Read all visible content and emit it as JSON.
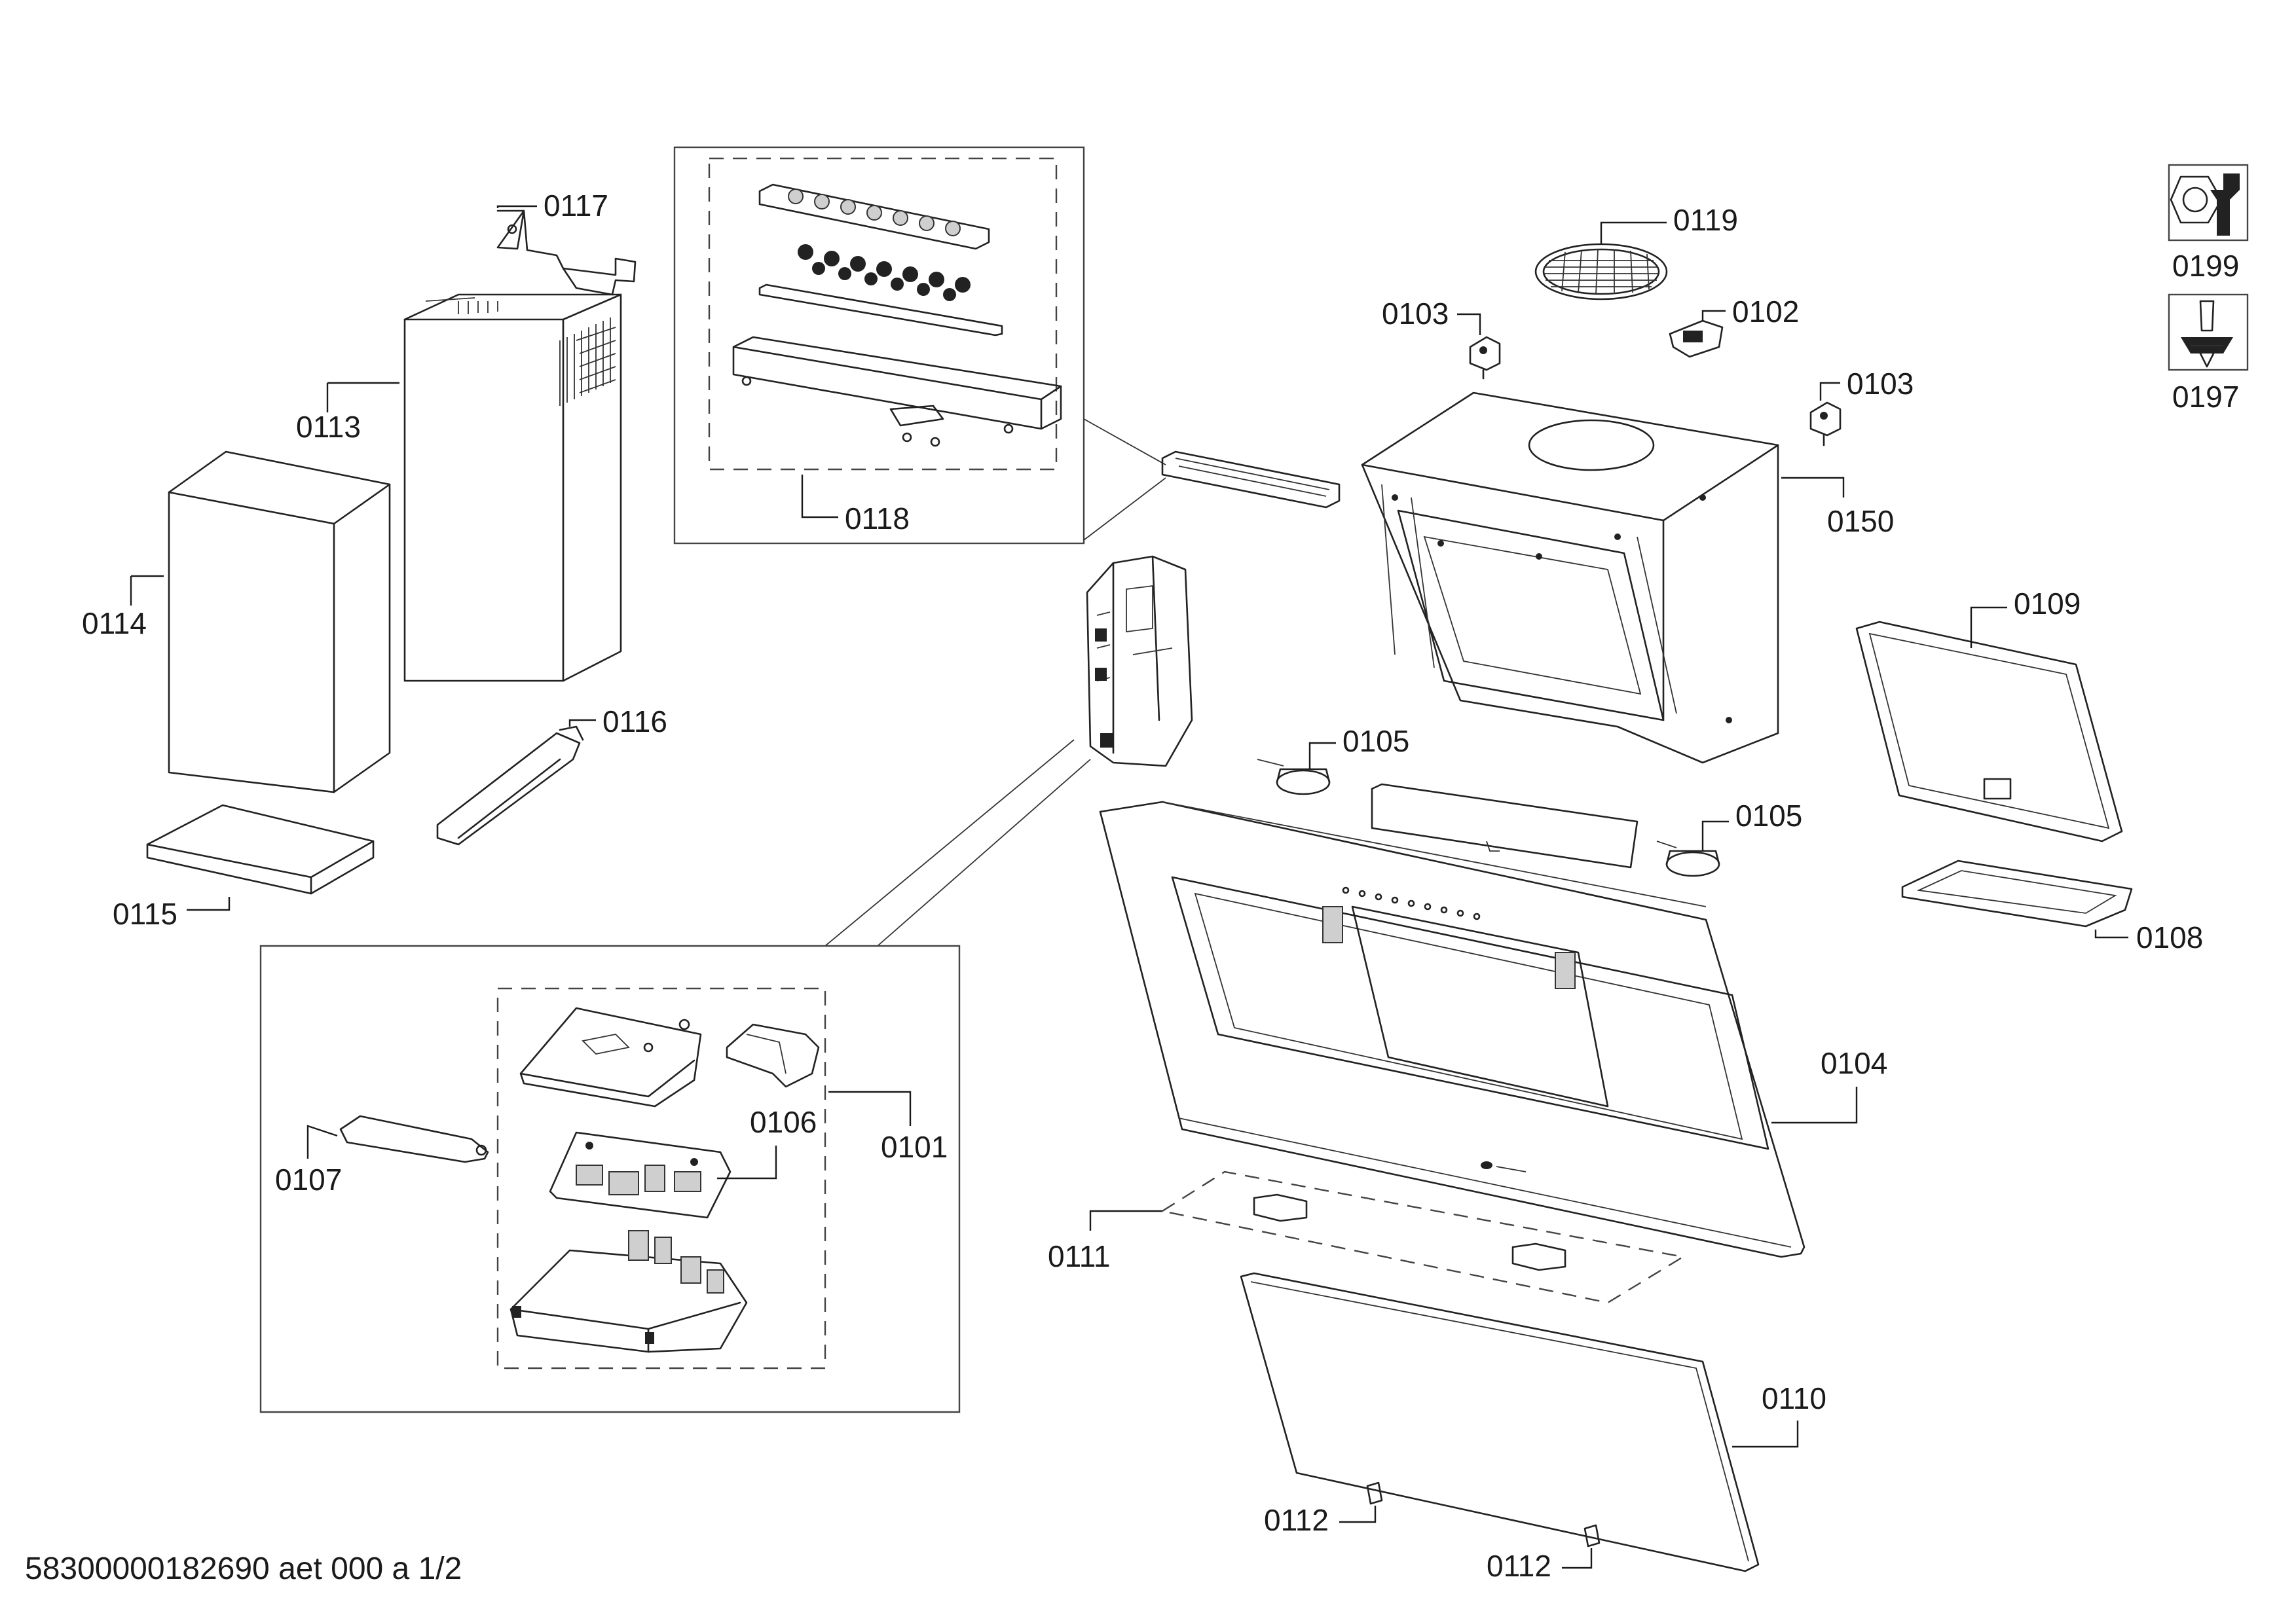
{
  "document_id": "58300000182690 aet 000 a 1/2",
  "callouts": {
    "c0101": "0101",
    "c0102": "0102",
    "c0103a": "0103",
    "c0103b": "0103",
    "c0104": "0104",
    "c0105a": "0105",
    "c0105b": "0105",
    "c0106": "0106",
    "c0107": "0107",
    "c0108": "0108",
    "c0109": "0109",
    "c0110": "0110",
    "c0111": "0111",
    "c0112a": "0112",
    "c0112b": "0112",
    "c0113": "0113",
    "c0114": "0114",
    "c0115": "0115",
    "c0116": "0116",
    "c0117": "0117",
    "c0118": "0118",
    "c0119": "0119",
    "c0150": "0150",
    "c0197": "0197",
    "c0199": "0199"
  },
  "icons": {
    "tool_0199": "wrench-nut-icon",
    "tool_0197": "screwdriver-screw-icon"
  }
}
